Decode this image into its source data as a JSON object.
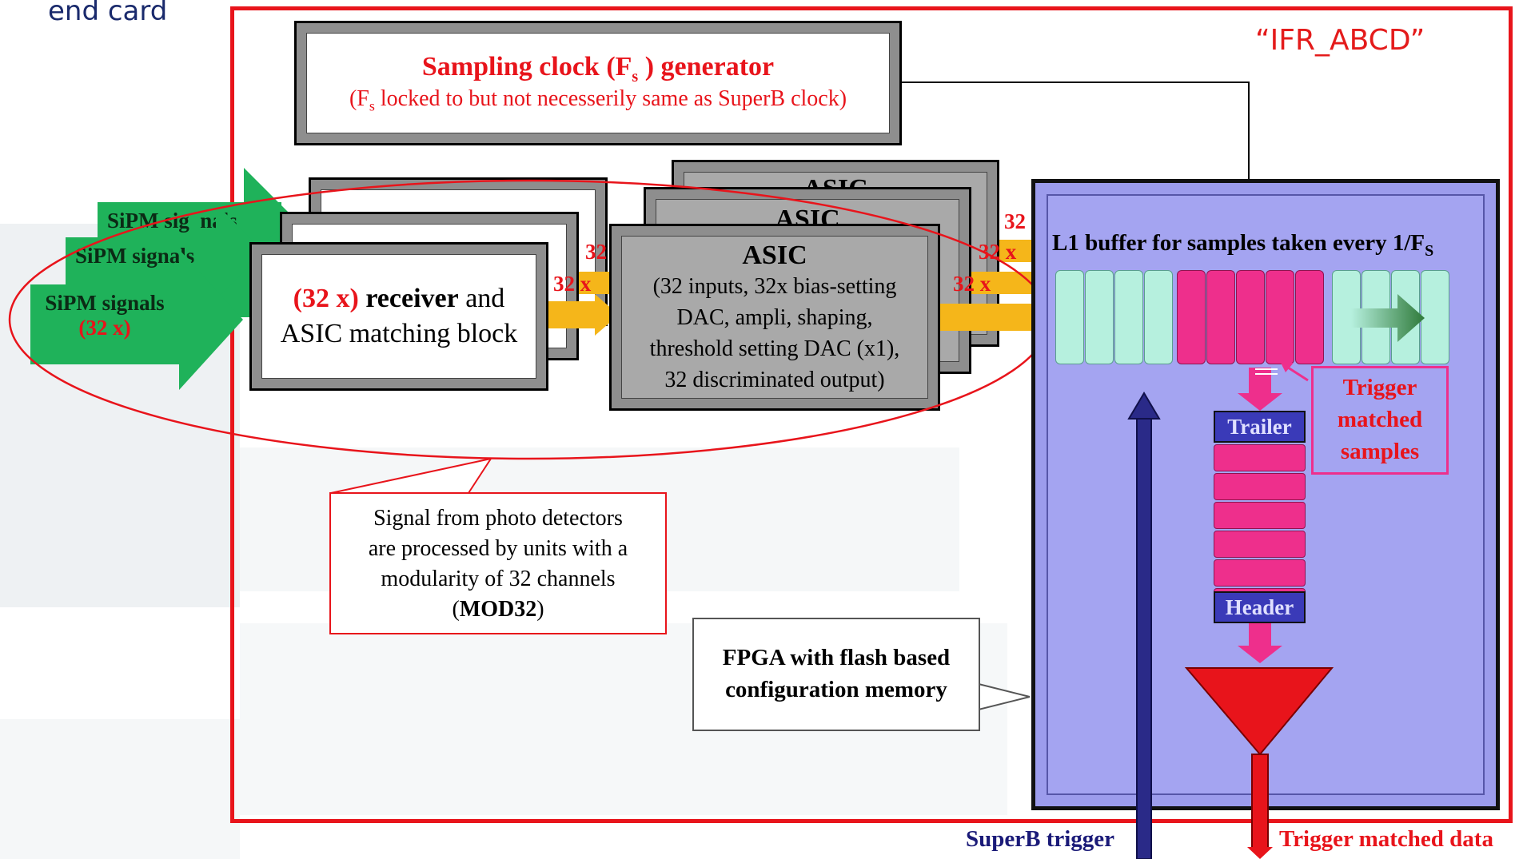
{
  "header": {
    "title_fragment": "end card",
    "board_label": "“IFR_ABCD”"
  },
  "clock": {
    "title_pre": "Sampling clock (F",
    "title_sub": "s",
    "title_post": " ) generator",
    "note_pre": "(F",
    "note_sub": "s",
    "note_post": " locked to but not necesserily same as SuperB clock)"
  },
  "sipm": {
    "label": "SiPM signals",
    "count": "(32 x)",
    "back_fragment": "SiPM sig",
    "back_fragment2": "nals"
  },
  "receiver": {
    "count": "(32 x)",
    "bold": "receiver",
    "rest1": " and",
    "rest2": "ASIC matching block"
  },
  "asic": {
    "title": "ASIC",
    "line1": "(32 inputs, 32x bias-setting",
    "line2": "DAC, ampli, shaping,",
    "line3": "threshold setting DAC (x1),",
    "line4": "32 discriminated output)"
  },
  "bus_label": "32 x",
  "fpga": {
    "buffer_pre": "L1 buffer for samples taken every 1/F",
    "buffer_sub": "S",
    "trailer": "Trailer",
    "header": "Header",
    "trigger_samples": [
      "Trigger",
      "matched",
      "samples"
    ],
    "fpga_callout": [
      "FPGA with flash based",
      "configuration memory"
    ]
  },
  "mod_callout": {
    "line1": "Signal from photo detectors",
    "line2": "are processed by units with a",
    "line3": "modularity of 32 channels",
    "line4_pre": "(",
    "line4_bold": "MOD32",
    "line4_post": ")"
  },
  "bottom": {
    "superb_trigger": "SuperB trigger",
    "trigger_data": "Trigger matched data"
  },
  "colors": {
    "frame": "#e8141b",
    "fpga": "#a4a4f1",
    "sipm": "#1fb25a",
    "arrow": "#f5b61a",
    "buffer_teal": "#b6f0de",
    "buffer_pink": "#ee2f8c",
    "trigger_arrow": "#2a2a88"
  }
}
